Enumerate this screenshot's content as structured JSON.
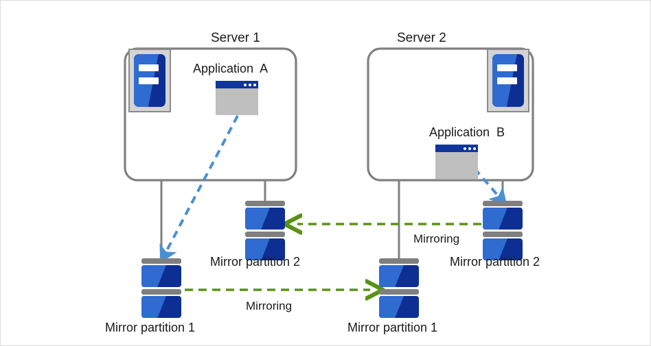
{
  "diagram": {
    "title": "Mirror partition mirroring between two servers",
    "background_color": "#ffffff",
    "border_color": "#dcdcdc"
  },
  "colors": {
    "box_border": "#808080",
    "connector_line": "#808080",
    "mirroring_arrow": "#5a9216",
    "app_arrow": "#4a8fd4",
    "disk_blue_light": "#2f6bd0",
    "disk_blue_dark": "#0d2f94",
    "disk_cap_gray": "#7f7f7f",
    "app_window_body": "#bfbfbf",
    "app_window_titlebar": "#10359b",
    "server_icon_frame": "#d4d4d4",
    "text": "#1a1a1a"
  },
  "servers": [
    {
      "id": "server-1",
      "title": "Server 1",
      "icon_name": "server-chassis-icon",
      "icon_position": "top-left",
      "application": {
        "label": "Application  A",
        "icon_name": "application-window-icon"
      }
    },
    {
      "id": "server-2",
      "title": "Server 2",
      "icon_name": "server-chassis-icon",
      "icon_position": "top-right",
      "application": {
        "label": "Application  B",
        "icon_name": "application-window-icon"
      }
    }
  ],
  "disks": [
    {
      "id": "disk-left-mirror-1",
      "label": "Mirror partition 1",
      "server": "server-1",
      "icon_name": "disk-stack-icon"
    },
    {
      "id": "disk-left-mirror-2",
      "label": "Mirror partition 2",
      "server": "server-1",
      "icon_name": "disk-stack-icon"
    },
    {
      "id": "disk-right-mirror-1",
      "label": "Mirror partition 1",
      "server": "server-2",
      "icon_name": "disk-stack-icon"
    },
    {
      "id": "disk-right-mirror-2",
      "label": "Mirror partition 2",
      "server": "server-2",
      "icon_name": "disk-stack-icon"
    }
  ],
  "mirroring_links": [
    {
      "id": "mirroring-upper",
      "label": "Mirroring",
      "from": "disk-right-mirror-2",
      "to": "disk-left-mirror-2",
      "direction": "right-to-left",
      "style": "dashed",
      "color": "#5a9216"
    },
    {
      "id": "mirroring-lower",
      "label": "Mirroring",
      "from": "disk-left-mirror-1",
      "to": "disk-right-mirror-1",
      "direction": "left-to-right",
      "style": "dashed",
      "color": "#5a9216"
    }
  ],
  "app_links": [
    {
      "id": "app-a-to-mirror-1",
      "from": "Application  A",
      "to": "disk-left-mirror-1",
      "style": "dashed",
      "color": "#4a8fd4"
    },
    {
      "id": "app-b-to-mirror-2",
      "from": "Application  B",
      "to": "disk-right-mirror-2",
      "style": "dashed",
      "color": "#4a8fd4"
    }
  ]
}
